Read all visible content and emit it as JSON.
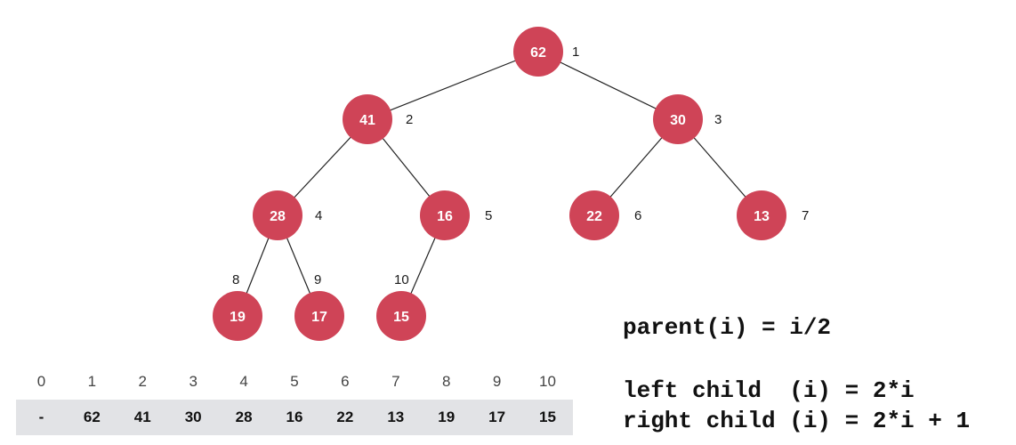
{
  "tree": {
    "nodes": [
      {
        "index": "1",
        "value": "62"
      },
      {
        "index": "2",
        "value": "41"
      },
      {
        "index": "3",
        "value": "30"
      },
      {
        "index": "4",
        "value": "28"
      },
      {
        "index": "5",
        "value": "16"
      },
      {
        "index": "6",
        "value": "22"
      },
      {
        "index": "7",
        "value": "13"
      },
      {
        "index": "8",
        "value": "19"
      },
      {
        "index": "9",
        "value": "17"
      },
      {
        "index": "10",
        "value": "15"
      }
    ],
    "edges": [
      [
        1,
        2
      ],
      [
        1,
        3
      ],
      [
        2,
        4
      ],
      [
        2,
        5
      ],
      [
        3,
        6
      ],
      [
        3,
        7
      ],
      [
        4,
        8
      ],
      [
        4,
        9
      ],
      [
        5,
        10
      ]
    ]
  },
  "array": {
    "indices": [
      "0",
      "1",
      "2",
      "3",
      "4",
      "5",
      "6",
      "7",
      "8",
      "9",
      "10"
    ],
    "values": [
      "-",
      "62",
      "41",
      "30",
      "28",
      "16",
      "22",
      "13",
      "19",
      "17",
      "15"
    ]
  },
  "formulas": {
    "parent": "parent(i) = i/2",
    "left_child": "left child  (i) = 2*i",
    "right_child": "right child (i) = 2*i + 1"
  },
  "colors": {
    "node_fill": "#cf4457",
    "array_background": "#e2e3e6"
  }
}
